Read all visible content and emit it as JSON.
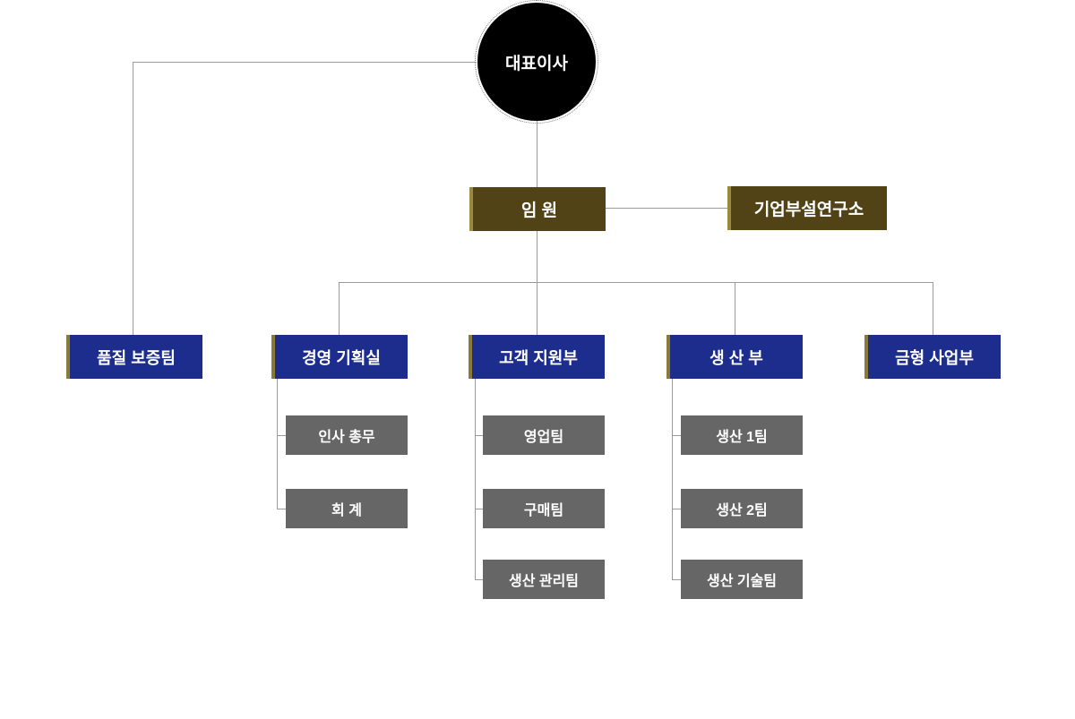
{
  "ceo": "대표이사",
  "executives": "임 원",
  "research": "기업부설연구소",
  "departments": [
    {
      "name": "품질 보증팀",
      "teams": []
    },
    {
      "name": "경영 기획실",
      "teams": [
        "인사 총무",
        "회 계"
      ]
    },
    {
      "name": "고객 지원부",
      "teams": [
        "영업팀",
        "구매팀",
        "생산 관리팀"
      ]
    },
    {
      "name": "생 산 부",
      "teams": [
        "생산 1팀",
        "생산 2팀",
        "생산 기술팀"
      ]
    },
    {
      "name": "금형 사업부",
      "teams": []
    }
  ],
  "colors": {
    "executive": "#524316",
    "department": "#1c2d8e",
    "team": "#666666",
    "ceo": "#000000"
  }
}
